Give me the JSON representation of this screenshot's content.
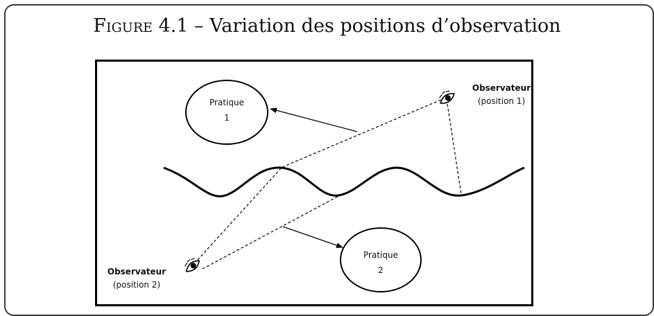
{
  "figure": {
    "caption_prefix": "Figure 4.1",
    "caption_separator": " – ",
    "caption_text": "Variation des positions d’observation"
  },
  "diagram": {
    "practice_1": {
      "line1": "Pratique",
      "line2": "1"
    },
    "practice_2": {
      "line1": "Pratique",
      "line2": "2"
    },
    "observer_1": {
      "name": "Observateur",
      "position": "(position 1)"
    },
    "observer_2": {
      "name": "Observateur",
      "position": "(position 2)"
    },
    "eye_icon": "eye-icon"
  }
}
